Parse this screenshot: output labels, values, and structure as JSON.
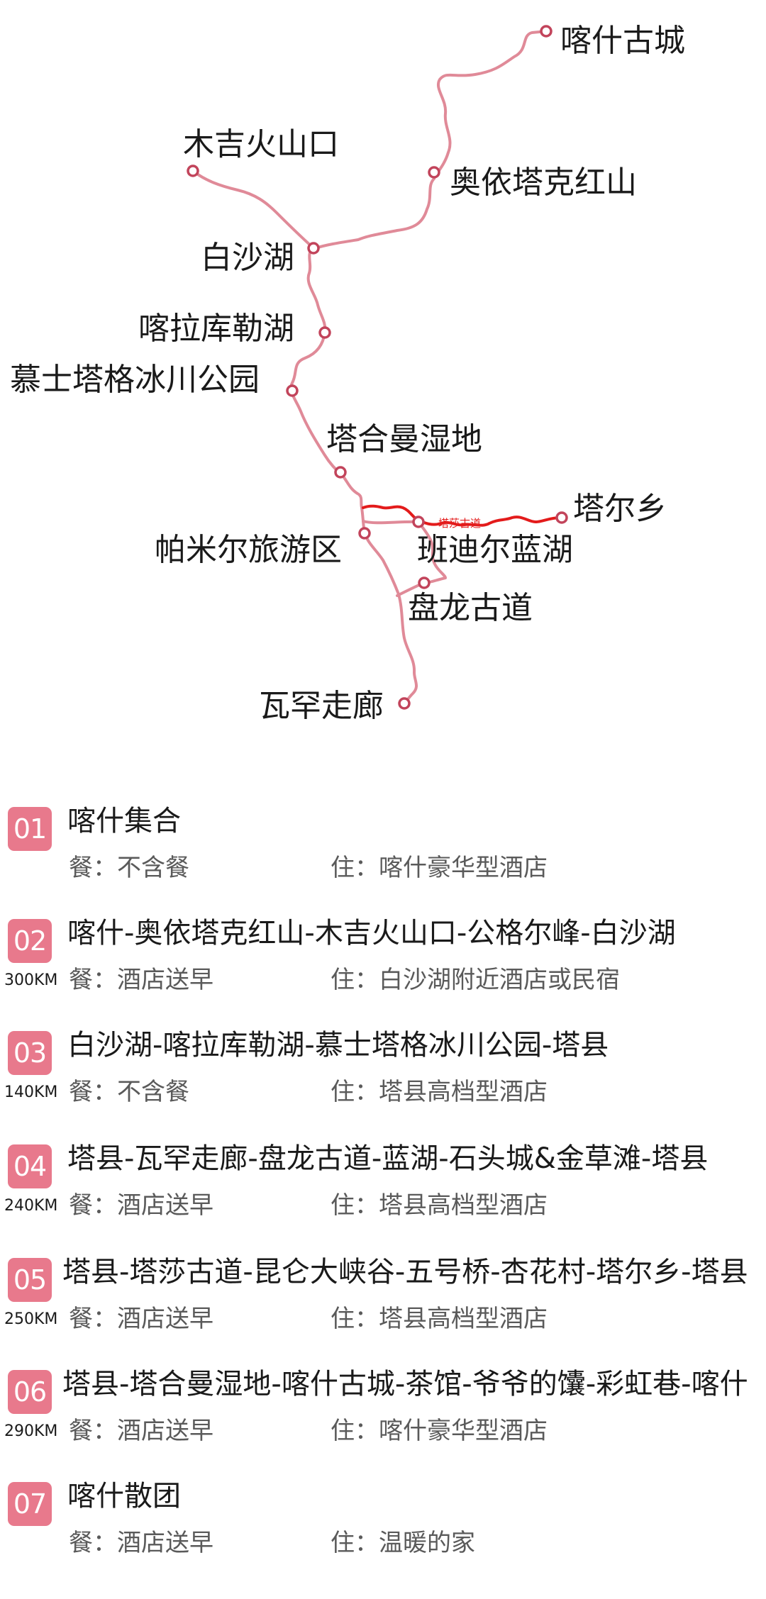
{
  "map": {
    "places": [
      {
        "id": "kashgar-old-city",
        "label": "喀什古城"
      },
      {
        "id": "muji-volcano",
        "label": "木吉火山口"
      },
      {
        "id": "aoyitake-red-mountain",
        "label": "奥依塔克红山"
      },
      {
        "id": "baisha-lake",
        "label": "白沙湖"
      },
      {
        "id": "karakul-lake",
        "label": "喀拉库勒湖"
      },
      {
        "id": "muztagh-glacier-park",
        "label": "慕士塔格冰川公园"
      },
      {
        "id": "tahman-wetland",
        "label": "塔合曼湿地"
      },
      {
        "id": "taer-village",
        "label": "塔尔乡"
      },
      {
        "id": "pamir-tourist-area",
        "label": "帕米尔旅游区"
      },
      {
        "id": "bandier-blue-lake",
        "label": "班迪尔蓝湖"
      },
      {
        "id": "panlong-ancient-road",
        "label": "盘龙古道"
      },
      {
        "id": "wakhan-corridor",
        "label": "瓦罕走廊"
      }
    ],
    "segment_label": "塔莎古道"
  },
  "itinerary": {
    "meal_prefix": "餐：",
    "stay_prefix": "住：",
    "days": [
      {
        "badge": "01",
        "title": "喀什集合",
        "distance": "",
        "meal": "不含餐",
        "stay": "喀什豪华型酒店"
      },
      {
        "badge": "02",
        "title": "喀什-奥依塔克红山-木吉火山口-公格尔峰-白沙湖",
        "distance": "300KM",
        "meal": "酒店送早",
        "stay": "白沙湖附近酒店或民宿"
      },
      {
        "badge": "03",
        "title": "白沙湖-喀拉库勒湖-慕士塔格冰川公园-塔县",
        "distance": "140KM",
        "meal": "不含餐",
        "stay": "塔县高档型酒店"
      },
      {
        "badge": "04",
        "title": "塔县-瓦罕走廊-盘龙古道-蓝湖-石头城&金草滩-塔县",
        "distance": "240KM",
        "meal": "酒店送早",
        "stay": "塔县高档型酒店"
      },
      {
        "badge": "05",
        "title": "塔县-塔莎古道-昆仑大峡谷-五号桥-杏花村-塔尔乡-塔县",
        "distance": "250KM",
        "meal": "酒店送早",
        "stay": "塔县高档型酒店"
      },
      {
        "badge": "06",
        "title": "塔县-塔合曼湿地-喀什古城-茶馆-爷爷的馕-彩虹巷-喀什",
        "distance": "290KM",
        "meal": "酒店送早",
        "stay": "喀什豪华型酒店"
      },
      {
        "badge": "07",
        "title": "喀什散团",
        "distance": "",
        "meal": "酒店送早",
        "stay": "温暖的家"
      }
    ]
  },
  "colors": {
    "route": "#e08a98",
    "route_highlight": "#e31b1b",
    "dot_stroke": "#c2445b",
    "badge": "#e8798c"
  }
}
